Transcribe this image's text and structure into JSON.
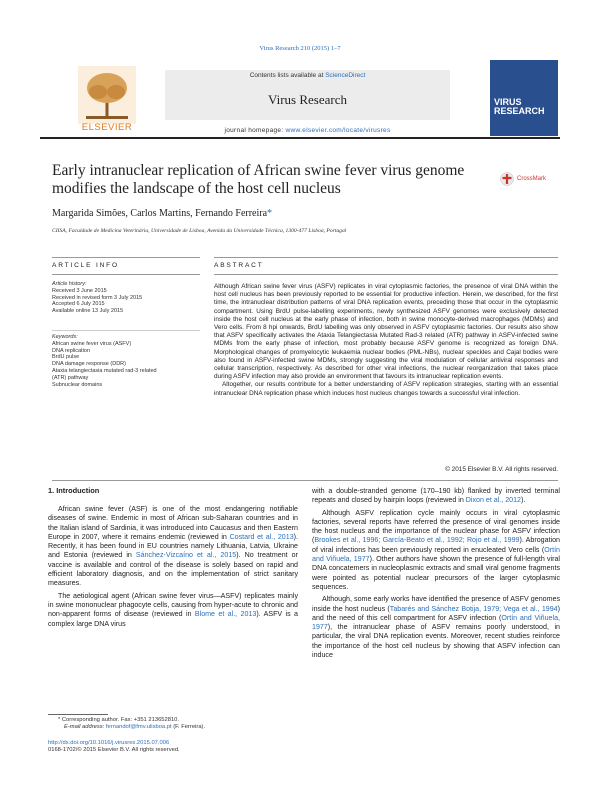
{
  "header": {
    "citation": "Virus Research 210 (2015) 1–7",
    "contents_prefix": "Contents lists available at ",
    "contents_link": "ScienceDirect",
    "journal_title": "Virus Research",
    "homepage_prefix": "journal homepage: ",
    "homepage_url": "www.elsevier.com/locate/virusres",
    "publisher": "ELSEVIER",
    "cover_text_1": "VIRUS",
    "cover_text_2": "RESEARCH",
    "crossmark_label": "CrossMark"
  },
  "article": {
    "title_line1": "Early intranuclear replication of African swine fever virus genome",
    "title_line2": "modifies the landscape of the host cell nucleus",
    "authors": "Margarida Simões, Carlos Martins, Fernando Ferreira",
    "author_mark": "*",
    "affiliation": "CIISA, Faculdade de Medicina Veterinária, Universidade de Lisboa, Avenida da Universidade Técnica, 1300-477 Lisboa, Portugal"
  },
  "article_info": {
    "heading": "ARTICLE INFO",
    "history_label": "Article history:",
    "history": [
      "Received 3 June 2015",
      "Received in revised form 3 July 2015",
      "Accepted 6 July 2015",
      "Available online 13 July 2015"
    ],
    "keywords_label": "Keywords:",
    "keywords": [
      "African swine fever virus (ASFV)",
      "DNA replication",
      "BrdU pulse",
      "DNA damage response (DDR)",
      "Ataxia telangiectasia mutated rad-3 related",
      "(ATR) pathway",
      "Subnuclear domains"
    ]
  },
  "abstract": {
    "heading": "ABSTRACT",
    "para1": "Although African swine fever virus (ASFV) replicates in viral cytoplasmic factories, the presence of viral DNA within the host cell nucleus has been previously reported to be essential for productive infection. Herein, we described, for the first time, the intranuclear distribution patterns of viral DNA replication events, preceding those that occur in the cytoplasmic compartment. Using BrdU pulse-labelling experiments, newly synthesized ASFV genomes were exclusively detected inside the host cell nucleus at the early phase of infection, both in swine monocyte-derived macrophages (MDMs) and Vero cells. From 8 hpi onwards, BrdU labelling was only observed in ASFV cytoplasmic factories. Our results also show that ASFV specifically activates the Ataxia Telangiectasia Mutated Rad-3 related (ATR) pathway in ASFV-infected swine MDMs from the early phase of infection, most probably because ASFV genome is recognized as foreign DNA. Morphological changes of promyelocytic leukaemia nuclear bodies (PML-NBs), nuclear speckles and Cajal bodies were also found in ASFV-infected swine MDMs, strongly suggesting the viral modulation of cellular antiviral responses and cellular transcription, respectively. As described for other viral infections, the nuclear reorganization that takes place during ASFV infection may also provide an environment that favours its intranuclear replication events.",
    "para2": "Altogether, our results contribute for a better understanding of ASFV replication strategies, starting with an essential intranuclear DNA replication phase which induces host nucleus changes towards a successful viral infection.",
    "copyright": "© 2015 Elsevier B.V. All rights reserved."
  },
  "intro": {
    "heading": "1.  Introduction",
    "left_p1_a": "African swine fever (ASF) is one of the most endangering notifiable diseases of swine. Endemic in most of African sub-Saharan countries and in the Italian island of Sardinia, it was introduced into Caucasus and then Eastern Europe in 2007, where it remains endemic (reviewed in ",
    "left_p1_ref1": "Costard et al., 2013",
    "left_p1_b": "). Recently, it has been found in EU countries namely Lithuania, Latvia, Ukraine and Estonia (reviewed in ",
    "left_p1_ref2": "Sánchez-Vizcaíno et al., 2015",
    "left_p1_c": "). No treatment or vaccine is available and control of the disease is solely based on rapid and efficient laboratory diagnosis, and on the implementation of strict sanitary measures.",
    "left_p2_a": "The aetiological agent (African swine fever virus—ASFV) replicates mainly in swine mononuclear phagocyte cells, causing from hyper-acute to chronic and non-apparent forms of disease (reviewed in ",
    "left_p2_ref": "Blome et al., 2013",
    "left_p2_b": "). ASFV is a complex large DNA virus",
    "right_p0_a": "with a double-stranded genome (170–190 kb) flanked by inverted terminal repeats and closed by hairpin loops (reviewed in ",
    "right_p0_ref": "Dixon et al., 2012",
    "right_p0_b": ").",
    "right_p1_a": "Although ASFV replication cycle mainly occurs in viral cytoplasmic factories, several reports have referred the presence of viral genomes inside the host nucleus and the importance of the nuclear phase for ASFV infection (",
    "right_p1_ref1": "Brookes et al., 1996; García-Beato et al., 1992; Rojo et al., 1999",
    "right_p1_b": "). Abrogation of viral infections has been previously reported in enucleated Vero cells (",
    "right_p1_ref2": "Ortín and Viñuela, 1977",
    "right_p1_c": "). Other authors have shown the presence of full-length viral DNA concatemers in nucleoplasmic extracts and small viral genome fragments were pointed as potential nuclear precursors of the larger cytoplasmic sequences.",
    "right_p2_a": "Although, some early works have identified the presence of ASFV genomes inside the host nucleus (",
    "right_p2_ref1": "Tabarés and Sánchez Botija, 1979; Vega et al., 1994",
    "right_p2_b": ") and the need of this cell compartment for ASFV infection (",
    "right_p2_ref2": "Ortín and Viñuela, 1977",
    "right_p2_c": "), the intranuclear phase of ASFV remains poorly understood, in particular, the viral DNA replication events. Moreover, recent studies reinforce the importance of the host cell nucleus by showing that ASFV infection can induce"
  },
  "footnotes": {
    "corresponding": "*  Corresponding author. Fax: +351 213652810.",
    "email_label": "E-mail address: ",
    "email": "fernandof@fmv.ulisboa.pt",
    "email_suffix": " (F. Ferreira).",
    "doi": "http://dx.doi.org/10.1016/j.virusres.2015.07.006",
    "issn": "0168-1702/© 2015 Elsevier B.V. All rights reserved."
  },
  "colors": {
    "link": "#2a6ebb",
    "elsevier_orange": "#e07a1c",
    "cover_blue": "#2a4f8f"
  }
}
